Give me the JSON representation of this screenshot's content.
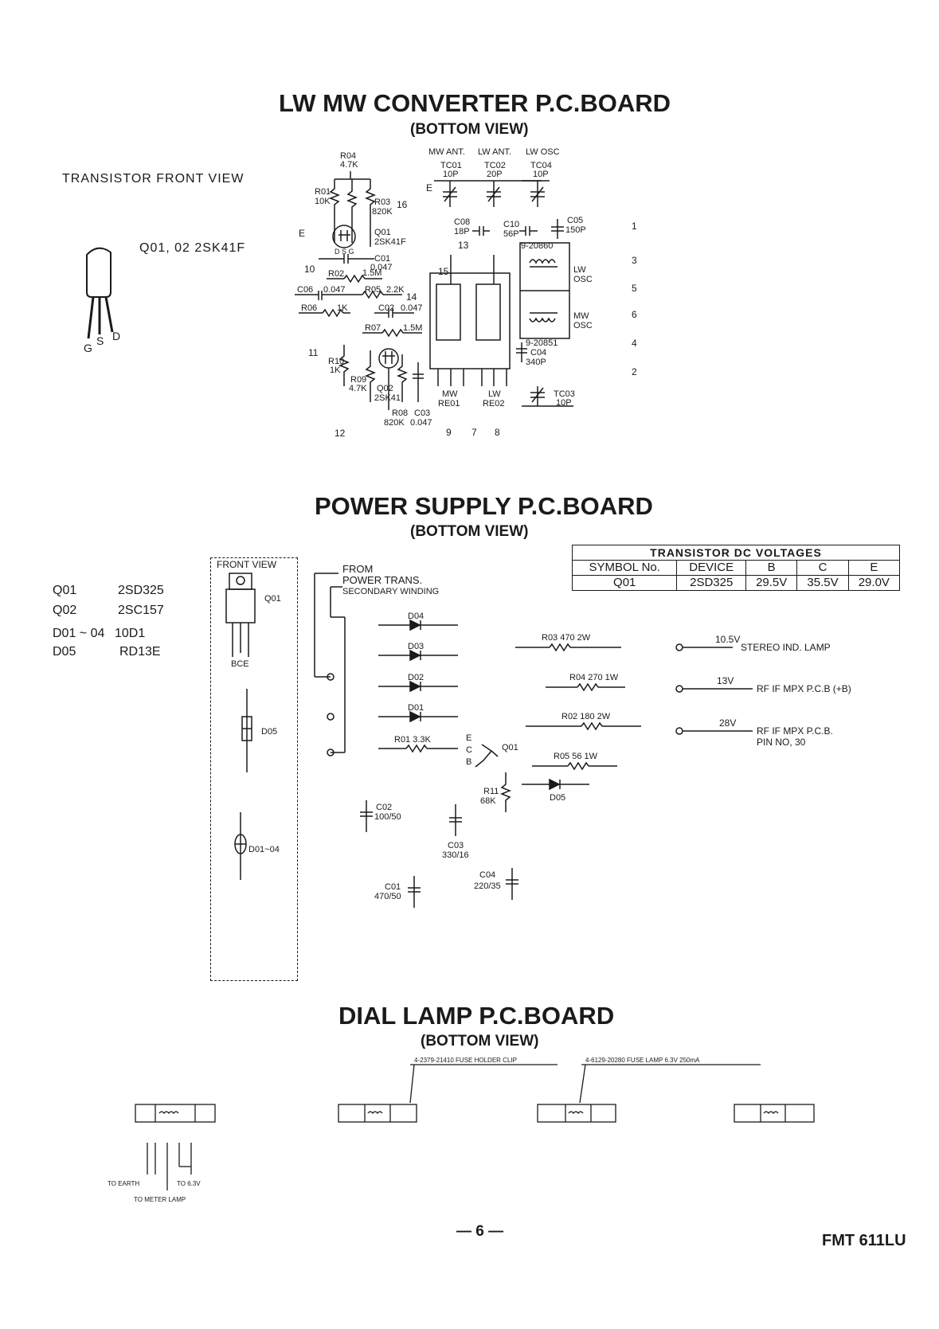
{
  "sections": {
    "converter": {
      "title": "LW MW CONVERTER P.C.BOARD",
      "subtitle": "(BOTTOM VIEW)"
    },
    "power": {
      "title": "POWER  SUPPLY P.C.BOARD",
      "subtitle": "(BOTTOM VIEW)"
    },
    "dial": {
      "title": "DIAL  LAMP  P.C.BOARD",
      "subtitle": "(BOTTOM VIEW)"
    }
  },
  "transistor_view": {
    "heading": "TRANSISTOR FRONT VIEW",
    "part": "Q01, 02   2SK41F",
    "pins": [
      "G",
      "S",
      "D"
    ]
  },
  "power_parts": [
    {
      "ref": "Q01",
      "part": "2SD325"
    },
    {
      "ref": "Q02",
      "part": "2SC157"
    },
    {
      "ref": "D01 ~ 04",
      "part": "10D1"
    },
    {
      "ref": "D05",
      "part": "RD13E"
    }
  ],
  "front_view": {
    "label": "FRONT VIEW",
    "q01": "Q01",
    "pins": "BCE",
    "d05": "D05",
    "d0104": "D01~04"
  },
  "from_note": [
    "FROM",
    "POWER TRANS.",
    "SECONDARY WINDING"
  ],
  "dc_table": {
    "title": "TRANSISTOR DC VOLTAGES",
    "headers": [
      "SYMBOL No.",
      "DEVICE",
      "B",
      "C",
      "E"
    ],
    "row": [
      "Q01",
      "2SD325",
      "29.5V",
      "35.5V",
      "29.0V"
    ]
  },
  "outputs": [
    {
      "voltage": "10.5V",
      "dest": "STEREO IND. LAMP"
    },
    {
      "voltage": "13V",
      "dest": "RF IF MPX P.C.B (+B)"
    },
    {
      "voltage": "28V",
      "dest": "RF IF  MPX  P.C.B.",
      "dest2": "PIN  NO, 30"
    }
  ],
  "power_components": {
    "d04": "D04",
    "d03": "D03",
    "d02": "D02",
    "d01": "D01",
    "r01": "R01  3.3K",
    "r03": "R03  470  2W",
    "r04": "R04  270  1W",
    "r02": "R02  180  2W",
    "r05": "R05  56  1W",
    "q01": "Q01",
    "e": "E",
    "c": "C",
    "b": "B",
    "r11": "R11",
    "r11v": "68K",
    "d05": "D05",
    "c02": "C02",
    "c02v": "100/50",
    "c03": "C03",
    "c03v": "330/16",
    "c01": "C01",
    "c01v": "470/50",
    "c04": "C04",
    "c04v": "220/35"
  },
  "converter_components": {
    "r04": "R04",
    "r04v": "4.7K",
    "r01": "R01",
    "r01v": "10K",
    "r03": "R03",
    "r03v": "820K",
    "q01": "Q01",
    "q01p": "2SK41F",
    "c01": "C01",
    "c01v": "0.047",
    "r02": "R02",
    "r02v": "1.5M",
    "c06": "C06",
    "c06v": "0.047",
    "r05": "R05",
    "r05v": "2.2K",
    "r06": "R06",
    "r06v": "1K",
    "c02": "C02",
    "c02v": "0.047",
    "r07": "R07",
    "r07v": "1.5M",
    "r10": "R10",
    "r10v": "1K",
    "r09": "R09",
    "r09v": "4.7K",
    "q02": "Q02",
    "q02p": "2SK41",
    "r08": "R08",
    "r08v": "820K",
    "c03": "C03",
    "c03v": "0.047",
    "mw_ant": "MW ANT.",
    "lw_ant": "LW ANT.",
    "lw_osc": "LW OSC",
    "tc01": "TC01",
    "tc01v": "10P",
    "tc02": "TC02",
    "tc02v": "20P",
    "tc04": "TC04",
    "tc04v": "10P",
    "c08": "C08",
    "c08v": "18P",
    "c10": "C10",
    "c10v": "56P",
    "c05": "C05",
    "c05v": "150P",
    "coil1": "9-20860",
    "coil2": "9-20851",
    "lw_osc_box": "LW",
    "lw_osc_box2": "OSC",
    "mw_osc_box": "MW",
    "mw_osc_box2": "OSC",
    "c04": "C04",
    "c04v": "340P",
    "mw_re": "MW",
    "mw_re2": "RE01",
    "lw_re": "LW",
    "lw_re2": "RE02",
    "tc03": "TC03",
    "tc03v": "10P",
    "dsg": "D  S  G",
    "pins": {
      "e_top": "E",
      "e_left": "E",
      "p16": "16",
      "p10": "10",
      "p14": "14",
      "p15": "15",
      "p13": "13",
      "p11": "11",
      "p12": "12",
      "p9": "9",
      "p7": "7",
      "p8": "8",
      "p1": "1",
      "p3": "3",
      "p5": "5",
      "p6": "6",
      "p4": "4",
      "p2": "2"
    }
  },
  "dial_lamp": {
    "clip_label": "4-2379-21410   FUSE HOLDER CLIP",
    "lamp_label": "4-6129-20280    FUSE  LAMP 6.3V 250mA",
    "to_earth": "TO  EARTH",
    "to_63": "TO  6.3V",
    "to_meter": "TO METER LAMP"
  },
  "footer": {
    "page": "— 6 —",
    "model": "FMT 611LU"
  }
}
